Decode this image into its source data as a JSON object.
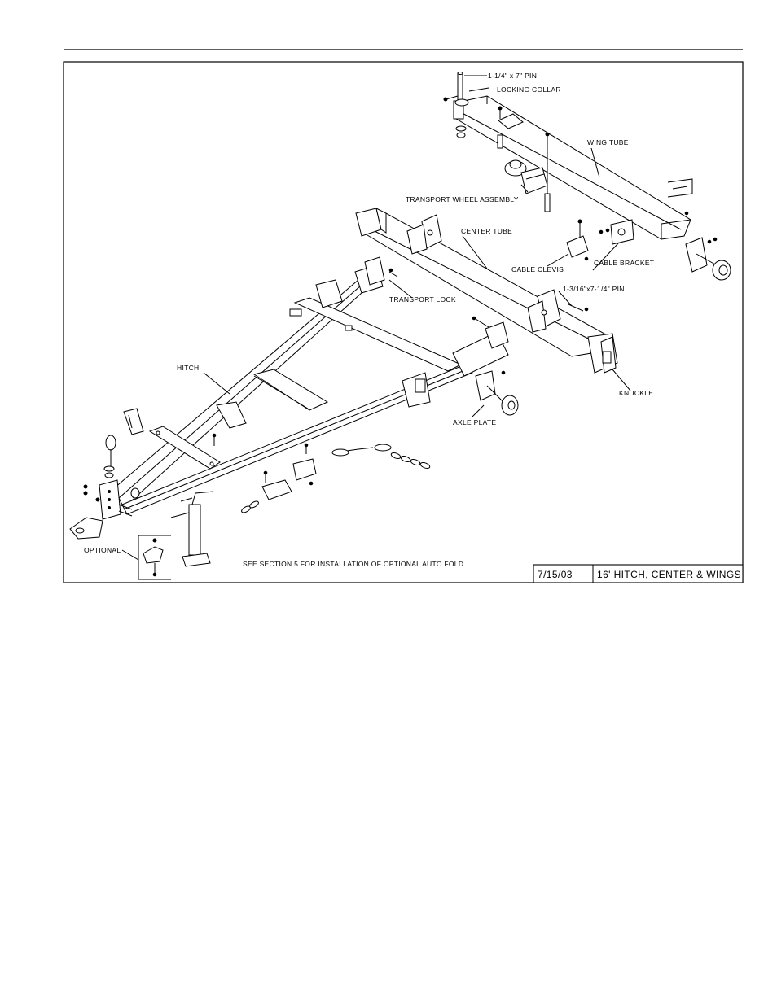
{
  "labels": {
    "pin_top": "1-1/4\" x 7\" PIN",
    "locking_collar": "LOCKING COLLAR",
    "wing_tube": "WING TUBE",
    "transport_wheel": "TRANSPORT WHEEL ASSEMBLY",
    "center_tube": "CENTER TUBE",
    "cable_clevis": "CABLE CLEVIS",
    "cable_bracket": "CABLE BRACKET",
    "pin_mid": "1-3/16\"x7-1/4\" PIN",
    "transport_lock": "TRANSPORT LOCK",
    "hitch": "HITCH",
    "knuckle": "KNUCKLE",
    "axle_plate": "AXLE PLATE",
    "optional": "OPTIONAL",
    "see_section": "SEE SECTION 5 FOR INSTALLATION OF OPTIONAL AUTO FOLD"
  },
  "title_block": {
    "date": "7/15/03",
    "title": "16' HITCH, CENTER & WINGS"
  }
}
